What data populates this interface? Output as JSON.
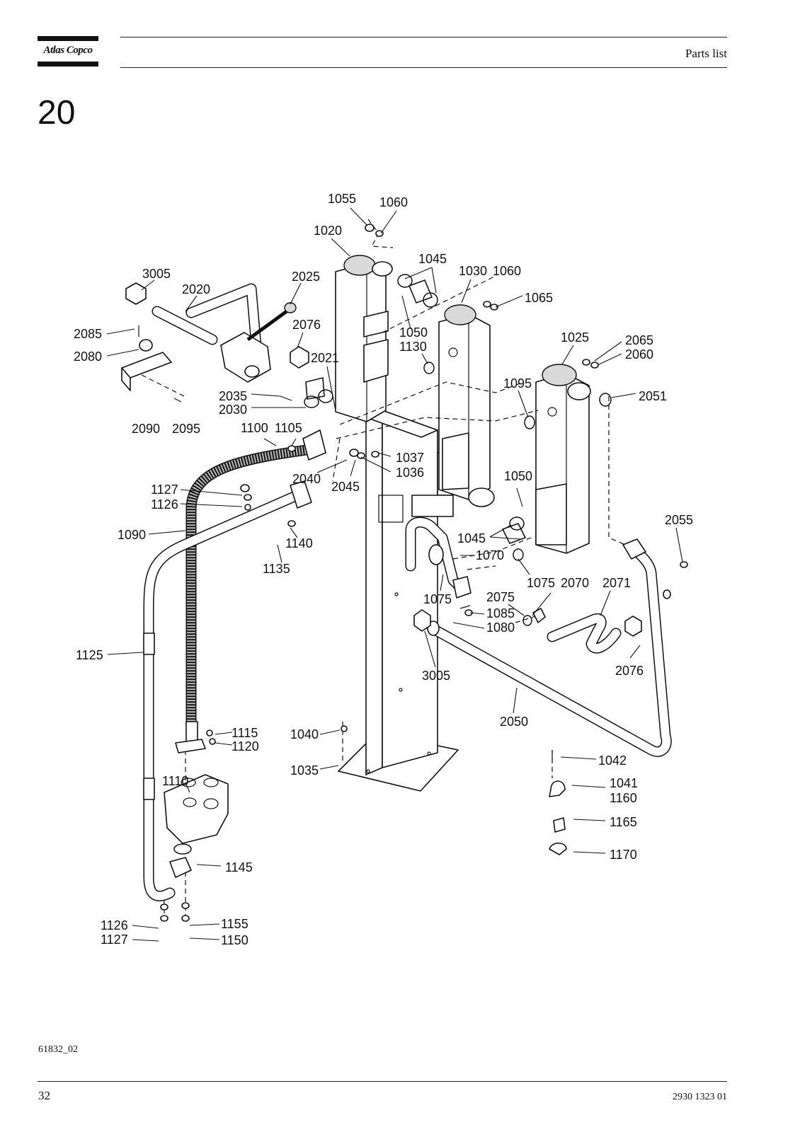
{
  "header": {
    "brand": "Atlas Copco",
    "title": "Parts list"
  },
  "section": {
    "number": "20"
  },
  "diagram": {
    "callouts": [
      {
        "id": "c1055",
        "text": "1055"
      },
      {
        "id": "c1060a",
        "text": "1060"
      },
      {
        "id": "c1020",
        "text": "1020"
      },
      {
        "id": "c1045a",
        "text": "1045"
      },
      {
        "id": "c1030",
        "text": "1030"
      },
      {
        "id": "c1060b",
        "text": "1060"
      },
      {
        "id": "c1065",
        "text": "1065"
      },
      {
        "id": "c3005a",
        "text": "3005"
      },
      {
        "id": "c2020",
        "text": "2020"
      },
      {
        "id": "c2025",
        "text": "2025"
      },
      {
        "id": "c1050a",
        "text": "1050"
      },
      {
        "id": "c1130",
        "text": "1130"
      },
      {
        "id": "c2076a",
        "text": "2076"
      },
      {
        "id": "c2085",
        "text": "2085"
      },
      {
        "id": "c2080",
        "text": "2080"
      },
      {
        "id": "c2021",
        "text": "2021"
      },
      {
        "id": "c1025",
        "text": "1025"
      },
      {
        "id": "c2065",
        "text": "2065"
      },
      {
        "id": "c2060",
        "text": "2060"
      },
      {
        "id": "c1095",
        "text": "1095"
      },
      {
        "id": "c2051",
        "text": "2051"
      },
      {
        "id": "c2035",
        "text": "2035"
      },
      {
        "id": "c2030",
        "text": "2030"
      },
      {
        "id": "c2090",
        "text": "2090"
      },
      {
        "id": "c2095",
        "text": "2095"
      },
      {
        "id": "c1100",
        "text": "1100"
      },
      {
        "id": "c1105",
        "text": "1105"
      },
      {
        "id": "c1037",
        "text": "1037"
      },
      {
        "id": "c1036",
        "text": "1036"
      },
      {
        "id": "c2040",
        "text": "2040"
      },
      {
        "id": "c2045",
        "text": "2045"
      },
      {
        "id": "c1127a",
        "text": "1127"
      },
      {
        "id": "c1126a",
        "text": "1126"
      },
      {
        "id": "c1050b",
        "text": "1050"
      },
      {
        "id": "c2055",
        "text": "2055"
      },
      {
        "id": "c1090",
        "text": "1090"
      },
      {
        "id": "c1140",
        "text": "1140"
      },
      {
        "id": "c1045b",
        "text": "1045"
      },
      {
        "id": "c1070",
        "text": "1070"
      },
      {
        "id": "c1135",
        "text": "1135"
      },
      {
        "id": "c1075a",
        "text": "1075"
      },
      {
        "id": "c2070",
        "text": "2070"
      },
      {
        "id": "c2071",
        "text": "2071"
      },
      {
        "id": "c2075",
        "text": "2075"
      },
      {
        "id": "c1075b",
        "text": "1075"
      },
      {
        "id": "c1085",
        "text": "1085"
      },
      {
        "id": "c1080",
        "text": "1080"
      },
      {
        "id": "c1125",
        "text": "1125"
      },
      {
        "id": "c3005b",
        "text": "3005"
      },
      {
        "id": "c2076b",
        "text": "2076"
      },
      {
        "id": "c2050",
        "text": "2050"
      },
      {
        "id": "c1115",
        "text": "1115"
      },
      {
        "id": "c1120",
        "text": "1120"
      },
      {
        "id": "c1040",
        "text": "1040"
      },
      {
        "id": "c1042",
        "text": "1042"
      },
      {
        "id": "c1035",
        "text": "1035"
      },
      {
        "id": "c1110",
        "text": "1110"
      },
      {
        "id": "c1041",
        "text": "1041"
      },
      {
        "id": "c1160",
        "text": "1160"
      },
      {
        "id": "c1165",
        "text": "1165"
      },
      {
        "id": "c1145",
        "text": "1145"
      },
      {
        "id": "c1170",
        "text": "1170"
      },
      {
        "id": "c1126b",
        "text": "1126"
      },
      {
        "id": "c1155",
        "text": "1155"
      },
      {
        "id": "c1127b",
        "text": "1127"
      },
      {
        "id": "c1150",
        "text": "1150"
      }
    ]
  },
  "footer": {
    "figure_code": "61832_02",
    "page_number": "32",
    "document_number": "2930 1323 01"
  }
}
